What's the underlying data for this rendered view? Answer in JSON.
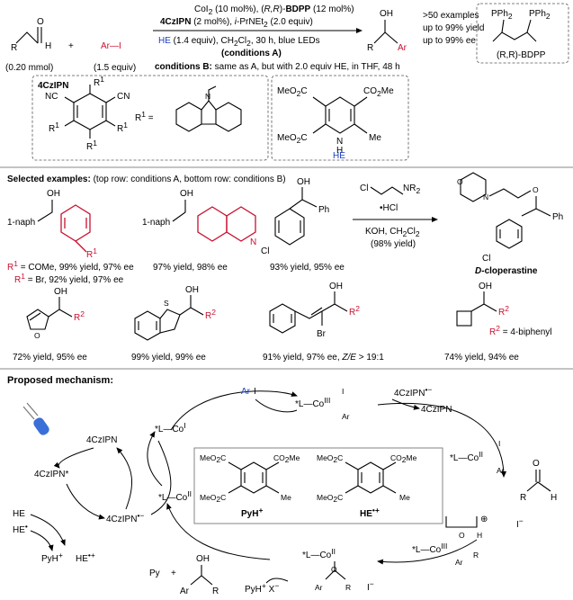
{
  "reaction": {
    "sub_amount": "(0.20 mmol)",
    "arI_amount": "(1.5 equiv)",
    "arI_label": "Ar—I",
    "plus": "+",
    "cond1a": "CoI",
    "cond1b": "2",
    "cond1c": " (10 mol%), (",
    "cond1d": "R,R",
    "cond1e": ")-",
    "cond1f": "BDPP",
    "cond1g": " (12 mol%)",
    "cond2a": "4CzIPN",
    "cond2b": " (2 mol%), ",
    "cond2c": "i",
    "cond2d": "-PrNEt",
    "cond2e": "2",
    "cond2f": " (2.0 equiv)",
    "cond3a": "HE",
    "cond3b": " (1.4 equiv), CH",
    "cond3c": "2",
    "cond3d": "Cl",
    "cond3e": "2",
    "cond3f": ", 30 h, blue LEDs",
    "cond4": "(conditions A)",
    "cond5a": "conditions B:",
    "cond5b": " same as A, but with 2.0 equiv HE, in THF, 48 h",
    "result1": ">50 examples",
    "result2": "up to 99% yield",
    "result3": "up to 99% ee",
    "ligand_label": "(R,R)-BDPP",
    "pph2": "PPh",
    "pph2_sub": "2",
    "prod_oh": "OH",
    "prod_r": "R",
    "prod_ar": "Ar",
    "sub_r": "R",
    "sub_o": "O",
    "sub_h": "H"
  },
  "boxes": {
    "czipn_title": "4CzIPN",
    "cn": "CN",
    "nc": "NC",
    "r1": "R",
    "r1_sup": "1",
    "r1_eq": "R",
    "r1_eq_sup": "1",
    "r1_eq_tail": " =",
    "he_label": "HE",
    "meo2c": "MeO",
    "co2me": "CO",
    "me": "Me",
    "nh": "N",
    "h": "H"
  },
  "examples": {
    "header_bold": "Selected examples:",
    "header_rest": " (top row: conditions A, bottom row: conditions B)",
    "ex1_naph": "1-naph",
    "ex1_y1a": "R",
    "ex1_y1b": "1",
    "ex1_y1c": " = COMe, 99% yield, 97% ee",
    "ex1_y2a": "R",
    "ex1_y2b": "1",
    "ex1_y2c": " = Br, 92% yield, 97% ee",
    "ex2_naph": "1-naph",
    "ex2_yield": "97% yield, 98% ee",
    "ex2_n": "N",
    "ex3_cl": "Cl",
    "ex3_ph": "Ph",
    "ex3_yield": "93% yield, 95% ee",
    "reagent_cl": "Cl",
    "reagent_nr": "NR",
    "reagent_nr_sub": "2",
    "reagent_hcl": "•HCl",
    "reagent_cond1": "KOH, CH",
    "reagent_cond1_sub": "2",
    "reagent_cond1_b": "Cl",
    "reagent_cond1_sub2": "2",
    "reagent_cond2": "(98% yield)",
    "clop_name_a": "D",
    "clop_name_b": "-cloperastine",
    "clop_o": "O",
    "clop_n": "N",
    "clop_cl": "Cl",
    "clop_ph": "Ph",
    "ex4_o": "O",
    "ex4_yield": "72% yield, 95% ee",
    "ex5_s": "S",
    "ex5_yield": "99% yield, 99% ee",
    "ex6_br": "Br",
    "ex6_yield_a": "91% yield, 97% ee, ",
    "ex6_yield_b": "Z/E",
    "ex6_yield_c": " > 19:1",
    "ex7_yield": "74% yield, 94% ee",
    "r2_def": "R",
    "r2_def_sup": "2",
    "r2_def_tail": " = 4-biphenyl",
    "oh": "OH",
    "r2": "R",
    "r2_sup": "2"
  },
  "mechanism": {
    "header": "Proposed mechanism:",
    "arI": "Ar",
    "arI_i": "I",
    "lco1": "*L—Co",
    "lco1_sup": "I",
    "lco3": "*L—Co",
    "lco3_sup": "III",
    "lco3_i": "I",
    "lco3_ar": "Ar",
    "czipn_rad": "4CzIPN",
    "czipn_rad_sup": "•−",
    "czipn": "4CzIPN",
    "lco2_i": "I",
    "lco2": "*L—Co",
    "lco2_sup": "II",
    "lco2_ar": "Ar",
    "ald_r": "R",
    "ald_o": "O",
    "ald_h": "H",
    "iminus": "I",
    "iminus_sup": "−",
    "iminus2": "I",
    "iminus2_sup": "−",
    "cat_plus": "⊕",
    "coord_lco": "*L—Co",
    "coord_sup": "III",
    "coord_o": "O",
    "coord_r": "R",
    "coord_h": "H",
    "coord_ar": "Ar",
    "alk_lco": "*L—Co",
    "alk_sup": "II",
    "alk_o": "O",
    "alk_ar": "Ar",
    "alk_r": "R",
    "py": "Py",
    "plus": "+",
    "prod_oh": "OH",
    "prod_ar": "Ar",
    "prod_r": "R",
    "pyhx": "PyH",
    "pyhx_sup": "+",
    "pyhx_x": " X",
    "pyhx_x_sup": "−",
    "lco_ii": "*L—Co",
    "lco_ii_sup": "II",
    "czipn_l1": "4CzIPN",
    "czipn_l1_sup": "•−",
    "czipn_top": "4CzIPN",
    "czipn_star": "4CzIPN*",
    "he": "HE",
    "he_rad": "HE",
    "he_rad_sup": "•",
    "pyh": "PyH",
    "pyh_sup": "+",
    "he_cat": "HE",
    "he_cat_sup": "•+",
    "pyh_box_label": "PyH",
    "pyh_box_sup": "+",
    "he_box_label": "HE",
    "he_box_sup": "•+",
    "box_meo2c": "MeO",
    "box_co2me": "CO",
    "box_me": "Me"
  },
  "colors": {
    "accent_red": "#c8102e",
    "accent_blue": "#1a3fbf",
    "led_blue": "#3a6fd8"
  }
}
